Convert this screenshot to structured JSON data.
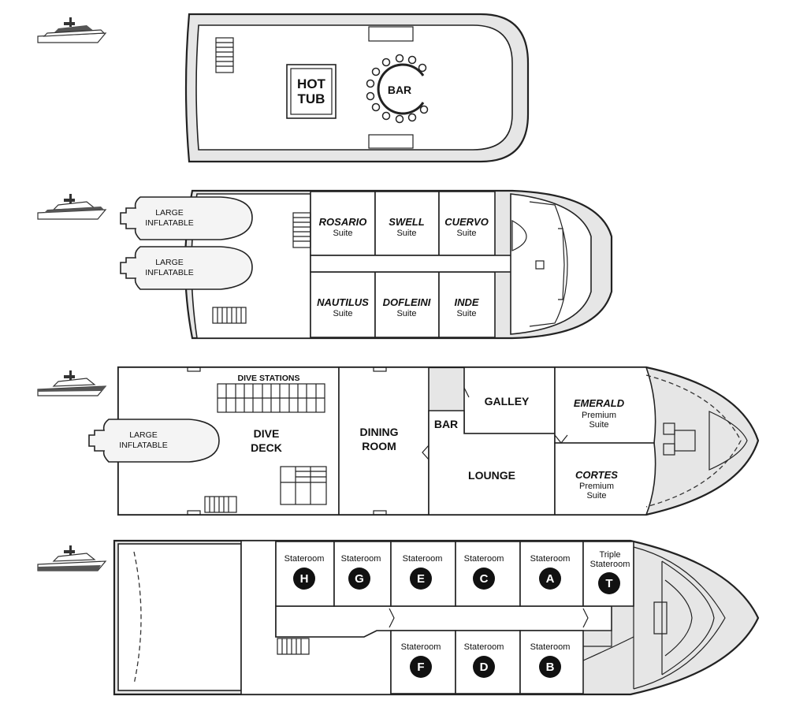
{
  "sun_deck": {
    "hot_tub": [
      "HOT",
      "TUB"
    ],
    "bar": "BAR"
  },
  "upper_deck": {
    "inflatables": [
      {
        "label": [
          "LARGE",
          "INFLATABLE"
        ]
      },
      {
        "label": [
          "LARGE",
          "INFLATABLE"
        ]
      }
    ],
    "suites": [
      {
        "name": "ROSARIO",
        "type": "Suite"
      },
      {
        "name": "SWELL",
        "type": "Suite"
      },
      {
        "name": "CUERVO",
        "type": "Suite"
      },
      {
        "name": "NAUTILUS",
        "type": "Suite"
      },
      {
        "name": "DOFLEINI",
        "type": "Suite"
      },
      {
        "name": "INDE",
        "type": "Suite"
      }
    ]
  },
  "main_deck": {
    "dive_stations": "DIVE STATIONS",
    "inflatable": [
      "LARGE",
      "INFLATABLE"
    ],
    "dive_deck": [
      "DIVE",
      "DECK"
    ],
    "dining_room": [
      "DINING",
      "ROOM"
    ],
    "bar": "BAR",
    "galley": "GALLEY",
    "lounge": "LOUNGE",
    "suites": [
      {
        "name": "EMERALD",
        "type": [
          "Premium",
          "Suite"
        ]
      },
      {
        "name": "CORTES",
        "type": [
          "Premium",
          "Suite"
        ]
      }
    ]
  },
  "lower_deck": {
    "staterooms": [
      {
        "label": "Stateroom",
        "letter": "H"
      },
      {
        "label": "Stateroom",
        "letter": "G"
      },
      {
        "label": "Stateroom",
        "letter": "E"
      },
      {
        "label": "Stateroom",
        "letter": "C"
      },
      {
        "label": "Stateroom",
        "letter": "A"
      },
      {
        "label": "Stateroom",
        "letter": "F"
      },
      {
        "label": "Stateroom",
        "letter": "D"
      },
      {
        "label": "Stateroom",
        "letter": "B"
      }
    ],
    "triple": {
      "label": [
        "Triple",
        "Stateroom"
      ],
      "letter": "T"
    }
  },
  "colors": {
    "hull": "#e6e6e6",
    "line": "#222222",
    "badge": "#111111"
  }
}
